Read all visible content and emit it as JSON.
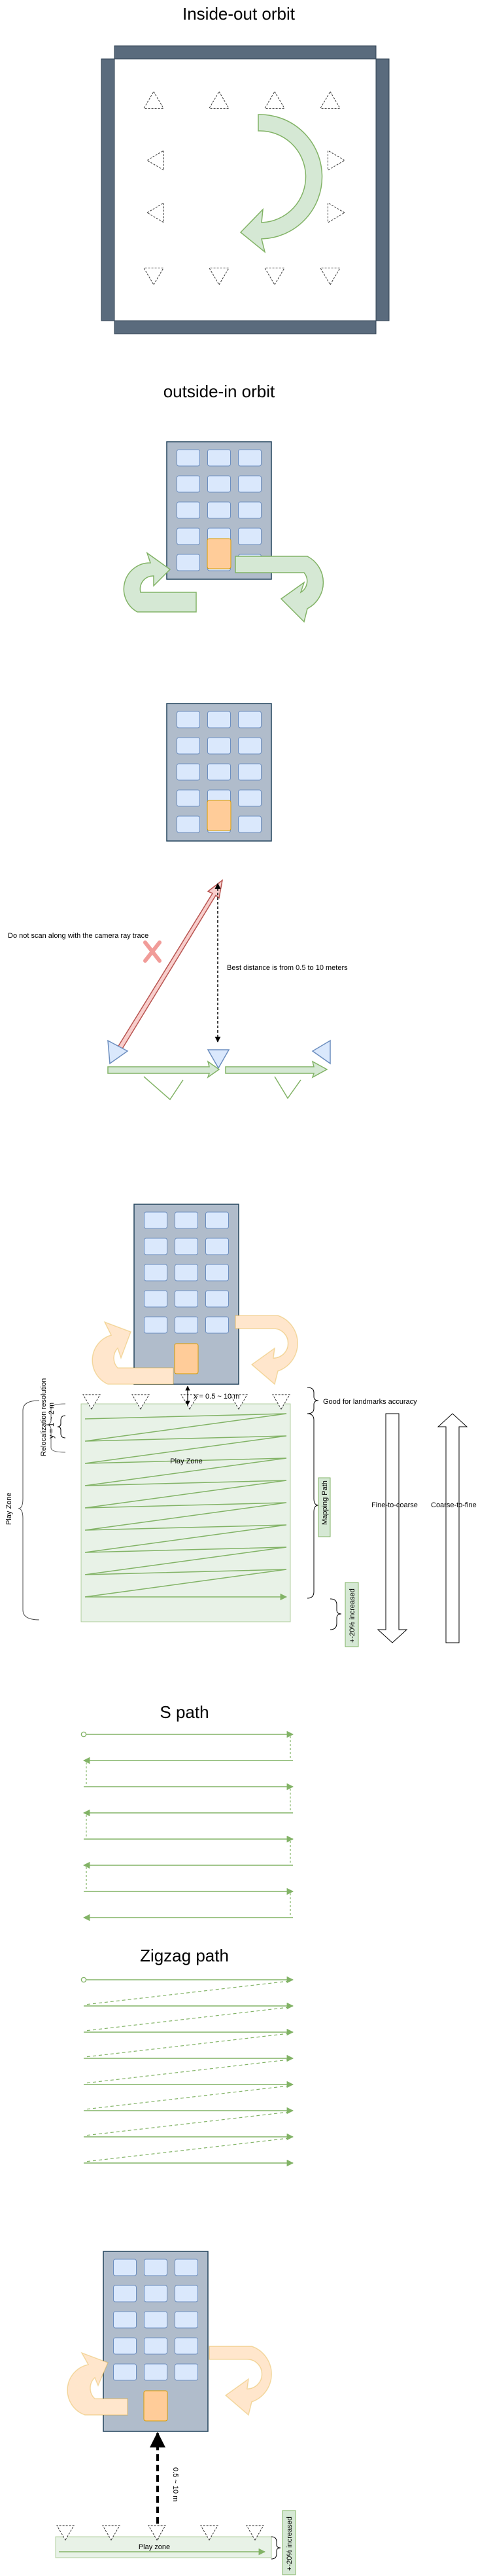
{
  "sections": {
    "inside_out": {
      "title": "Inside-out orbit"
    },
    "outside_in": {
      "title": "outside-in orbit"
    },
    "camera": {
      "warning": "Do not scan along with the camera ray trace",
      "distance": "Best distance is from 0.5 to 10 meters"
    },
    "play": {
      "x_label": "x = 0.5 ~ 10 m",
      "y_label": "y = 1 ~ 2 m",
      "reloc_label": "Relocalization resolution",
      "landmarks": "Good for landmarks accuracy",
      "zone_label": "Play Zone",
      "zone_side_label": "Play Zone",
      "mapping_path": "Mapping Path",
      "increased": "+-20% increased",
      "fine_to_coarse": "Fine-to-coarse",
      "coarse_to_fine": "Coarse-to-fine"
    },
    "s_path": {
      "title": "S path"
    },
    "zigzag": {
      "title": "Zigzag path"
    },
    "bottom": {
      "distance": "0.5 ~ 10 m",
      "zone_label": "Play zone",
      "increased": "+-20% increased"
    }
  },
  "colors": {
    "frame": "#5a6b7d",
    "building": "#b0bccb",
    "window": "#dae8fc",
    "door": "#ffcc99",
    "green": "#82b366",
    "green_fill": "#d5e8d4",
    "orange_fill": "#ffe6cc",
    "red": "#b85450",
    "red_fill": "#f8cecc",
    "blue_fill": "#dae8fc"
  }
}
